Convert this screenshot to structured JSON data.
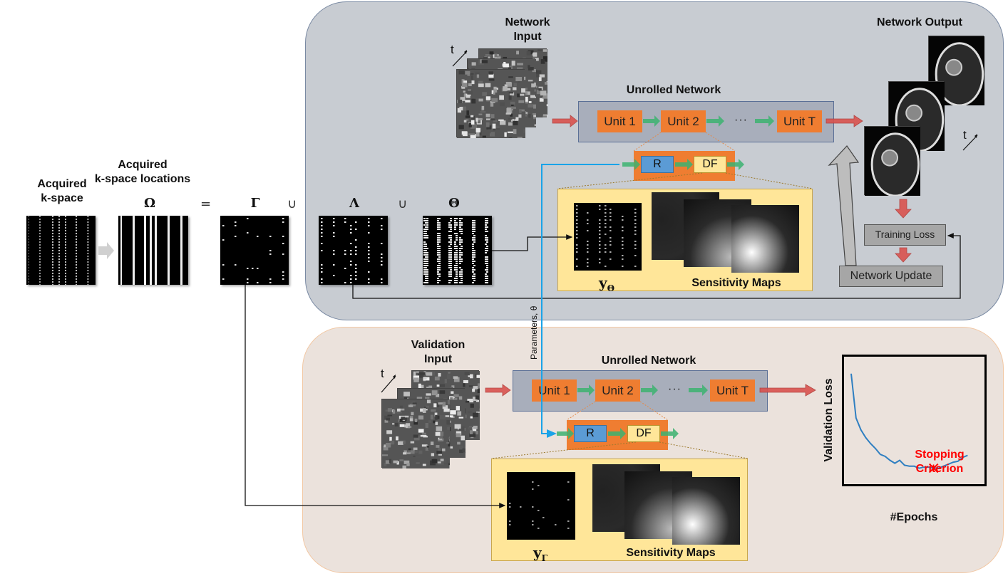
{
  "left": {
    "acquired_kspace": [
      "Acquired",
      "k-space"
    ],
    "acquired_locations": [
      "Acquired",
      "k-space locations"
    ],
    "omega": "Ω",
    "equals": "=",
    "gamma": "Γ",
    "union1": "∪",
    "lambda": "Λ",
    "union2": "∪",
    "theta": "Θ"
  },
  "training": {
    "network_input": [
      "Network",
      "Input"
    ],
    "time_label": "t",
    "unrolled_title": "Unrolled Network",
    "units": [
      "Unit 1",
      "Unit 2",
      "Unit T"
    ],
    "ellipsis": "···",
    "r_label": "R",
    "df_label": "DF",
    "y_label": "y",
    "y_sub": "Θ",
    "sensitivity_maps": "Sensitivity Maps",
    "network_output": "Network Output",
    "training_loss": "Training Loss",
    "network_update": "Network Update"
  },
  "parameters_label": "Parameters, θ",
  "validation": {
    "validation_input": [
      "Validation",
      "Input"
    ],
    "time_label": "t",
    "unrolled_title": "Unrolled Network",
    "units": [
      "Unit 1",
      "Unit 2",
      "Unit T"
    ],
    "ellipsis": "···",
    "r_label": "R",
    "df_label": "DF",
    "y_label": "y",
    "y_sub": "Γ",
    "sensitivity_maps": "Sensitivity Maps"
  },
  "colors": {
    "unit": "#ef7d31",
    "regularizer": "#5b9bd5",
    "data_fidelity": "#ffe699",
    "forward_arrow": "#d9534f",
    "internal_arrow": "#3cb371",
    "parameter_line": "#1aa3e8",
    "loss_curve": "#2f7fc1",
    "stopping": "#ff0000"
  },
  "chart_data": {
    "type": "line",
    "title": "",
    "xlabel": "#Epochs",
    "ylabel": "Validation Loss",
    "annotation": [
      "Stopping",
      "Criterion"
    ],
    "x": [
      0,
      1,
      2,
      3,
      4,
      5,
      6,
      7,
      8,
      9,
      10,
      11,
      12,
      13,
      14,
      15,
      16,
      17,
      18,
      19,
      20,
      21,
      22,
      23,
      24
    ],
    "values": [
      1.0,
      0.55,
      0.43,
      0.35,
      0.29,
      0.24,
      0.18,
      0.16,
      0.12,
      0.09,
      0.12,
      0.07,
      0.06,
      0.06,
      0.04,
      0.05,
      0.05,
      0.04,
      0.04,
      0.06,
      0.08,
      0.1,
      0.11,
      0.15,
      0.17
    ],
    "stop_index": 17,
    "xlim": [
      0,
      26
    ],
    "ylim": [
      -0.05,
      1.1
    ],
    "grid": false
  }
}
